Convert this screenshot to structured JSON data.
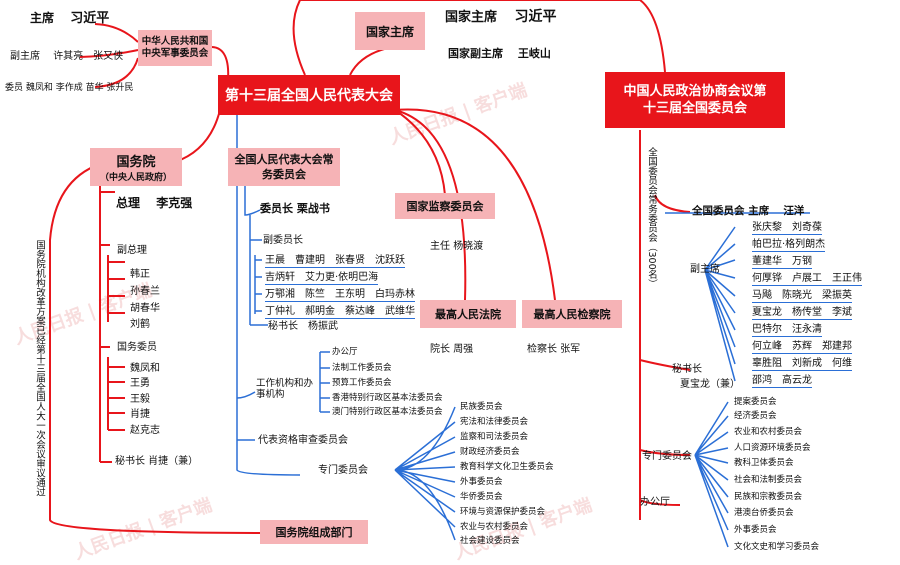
{
  "colors": {
    "red": "#e8151b",
    "pink": "#f6b3b6",
    "blue": "#2b6fd6"
  },
  "watermarks": [
    "人民日报 | 客户端",
    "人民日报 | 客户端",
    "人民日报 | 客户端",
    "人民日报 | 客户端"
  ],
  "president": {
    "title": "国家主席",
    "holder_label": "国家主席",
    "holder": "习近平",
    "vice_label": "国家副主席",
    "vice": "王岐山"
  },
  "cmc": {
    "title": "中华人民共和国中央军事委员会",
    "chair_label": "主席",
    "chair": "习近平",
    "vice_label": "副主席",
    "vices": "许其亮　张又侠",
    "members_label": "委员",
    "members": "魏凤和 李作成 苗华 张升民"
  },
  "npc": {
    "title": "第十三届全国人民代表大会",
    "standing": {
      "title": "全国人民代表大会常务委员会",
      "chair_label": "委员长",
      "chair": "栗战书",
      "vice_label": "副委员长",
      "vice_rows": [
        "王晨　曹建明　张春贤　沈跃跃",
        "吉炳轩　艾力更·依明巴海",
        "万鄂湘　陈竺　王东明　白玛赤林",
        "丁仲礼　郝明金　蔡达峰　武维华"
      ],
      "secretary": "秘书长　杨振武"
    },
    "working": {
      "label": "工作机构和办事机构",
      "items": [
        "办公厅",
        "法制工作委员会",
        "预算工作委员会",
        "香港特别行政区基本法委员会",
        "澳门特别行政区基本法委员会"
      ]
    },
    "credentials": "代表资格审查委员会",
    "special": {
      "label": "专门委员会",
      "items": [
        "民族委员会",
        "宪法和法律委员会",
        "监察和司法委员会",
        "财政经济委员会",
        "教育科学文化卫生委员会",
        "外事委员会",
        "华侨委员会",
        "环境与资源保护委员会",
        "农业与农村委员会",
        "社会建设委员会"
      ]
    }
  },
  "supervision": {
    "title": "国家监察委员会",
    "director_label": "主任",
    "director": "杨晓渡"
  },
  "court": {
    "title": "最高人民法院",
    "head_label": "院长",
    "head": "周强"
  },
  "procuratorate": {
    "title": "最高人民检察院",
    "head_label": "检察长",
    "head": "张军"
  },
  "state_council": {
    "title": "国务院",
    "subtitle": "（中央人民政府）",
    "premier_label": "总理",
    "premier": "李克强",
    "vice_label": "副总理",
    "vices": [
      "韩正",
      "孙春兰",
      "胡春华",
      "刘鹤"
    ],
    "councilor_label": "国务委员",
    "councilors": [
      "魏凤和",
      "王勇",
      "王毅",
      "肖捷",
      "赵克志"
    ],
    "secretary": "秘书长 肖捷（兼）",
    "note": "国务院机构改革方案已经第十三届全国人大一次会议审议通过",
    "departments": "国务院组成部门"
  },
  "cppcc": {
    "title": "中国人民政治协商会议第十三届全国委员会",
    "vertical": "全国委员会常务委员会（300名）",
    "chair_label": "全国委员会 主席",
    "chair": "汪洋",
    "vice_label": "副主席",
    "vice_rows": [
      "张庆黎　刘奇葆",
      "帕巴拉·格列朗杰",
      "董建华　万钢",
      "何厚铧　卢展工　王正伟",
      "马飚　陈晓光　梁振英",
      "夏宝龙　杨传堂　李斌",
      "巴特尔　汪永清",
      "何立峰　苏辉　郑建邦",
      "辜胜阻　刘新成　何维",
      "邵鸿　高云龙"
    ],
    "secretary_label": "秘书长",
    "secretary": "夏宝龙（兼）",
    "special_label": "专门委员会",
    "special": [
      "提案委员会",
      "经济委员会",
      "农业和农村委员会",
      "人口资源环境委员会",
      "教科卫体委员会",
      "社会和法制委员会",
      "民族和宗教委员会",
      "港澳台侨委员会",
      "外事委员会",
      "文化文史和学习委员会"
    ],
    "office": "办公厅"
  }
}
